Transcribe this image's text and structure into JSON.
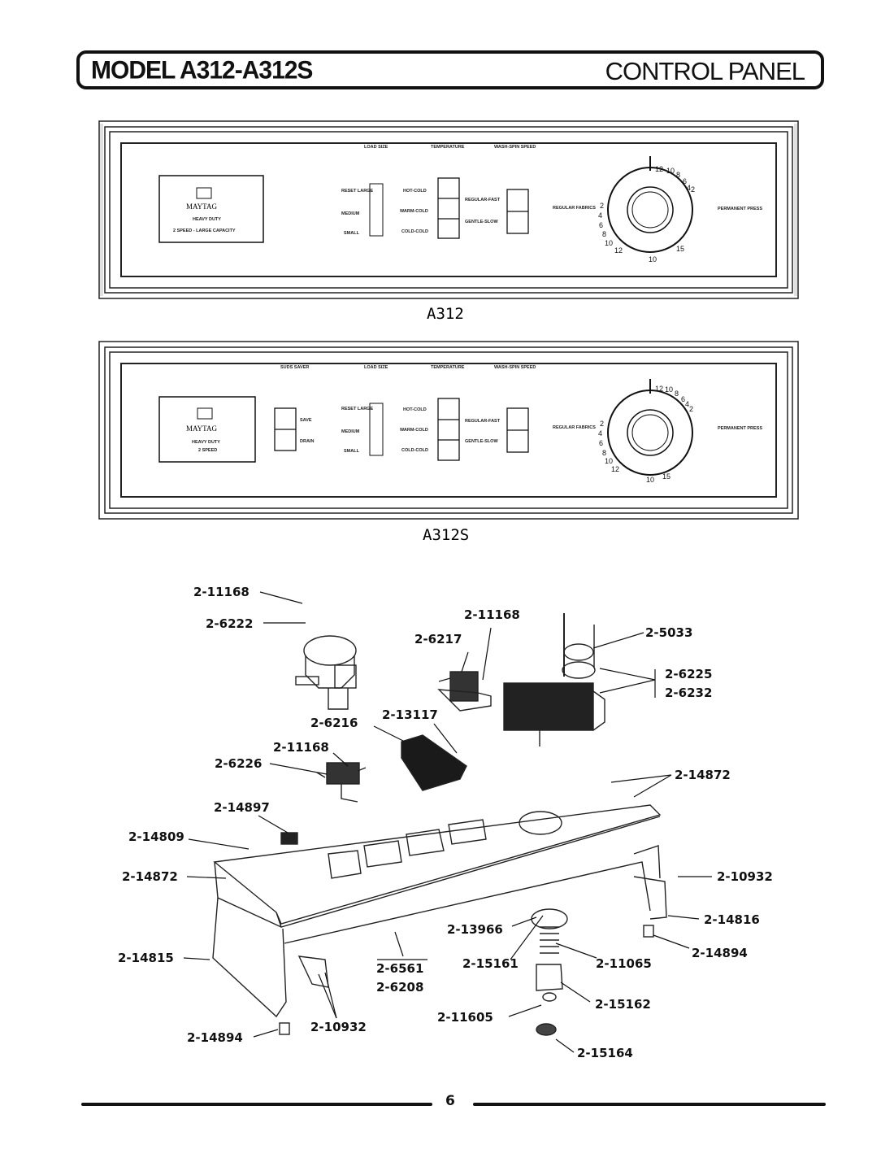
{
  "header": {
    "model": "MODEL A312-A312S",
    "section": "CONTROL PANEL"
  },
  "panel_a312": {
    "caption": "A312",
    "headings": [
      "LOAD SIZE",
      "TEMPERATURE",
      "WASH-SPIN SPEED"
    ],
    "brand": "MAYTAG",
    "badge_line1": "HEAVY DUTY",
    "badge_line2": "2 SPEED - LARGE CAPACITY",
    "load_sizes": [
      "RESET LARGE",
      "MEDIUM",
      "SMALL"
    ],
    "temps": [
      "HOT-COLD",
      "WARM-COLD",
      "COLD-COLD"
    ],
    "speeds": [
      "REGULAR-FAST",
      "GENTLE-SLOW"
    ],
    "dial_left": "REGULAR FABRICS",
    "dial_right": "PERMANENT PRESS"
  },
  "panel_a312s": {
    "caption": "A312S",
    "headings": [
      "SUDS SAVER",
      "LOAD SIZE",
      "TEMPERATURE",
      "WASH-SPIN SPEED"
    ],
    "brand": "MAYTAG",
    "badge_line1": "HEAVY DUTY",
    "badge_line2": "2 SPEED",
    "suds": [
      "SAVE",
      "DRAIN"
    ],
    "load_sizes": [
      "RESET LARGE",
      "MEDIUM",
      "SMALL"
    ],
    "temps": [
      "HOT-COLD",
      "WARM-COLD",
      "COLD-COLD"
    ],
    "speeds": [
      "REGULAR-FAST",
      "GENTLE-SLOW"
    ],
    "dial_left": "REGULAR FABRICS",
    "dial_right": "PERMANENT PRESS"
  },
  "parts": [
    "2-11168",
    "2-6222",
    "2-11168",
    "2-6217",
    "2-5033",
    "2-6225",
    "2-6232",
    "2-13117",
    "2-6216",
    "2-11168",
    "2-6226",
    "2-14872",
    "2-14897",
    "2-14809",
    "2-14872",
    "2-10932",
    "2-14816",
    "2-13966",
    "2-15161",
    "2-11065",
    "2-14894",
    "2-14815",
    "2-6561",
    "2-6208",
    "2-15162",
    "2-11605",
    "2-14894",
    "2-10932",
    "2-15164"
  ],
  "footer": {
    "page": "6"
  }
}
